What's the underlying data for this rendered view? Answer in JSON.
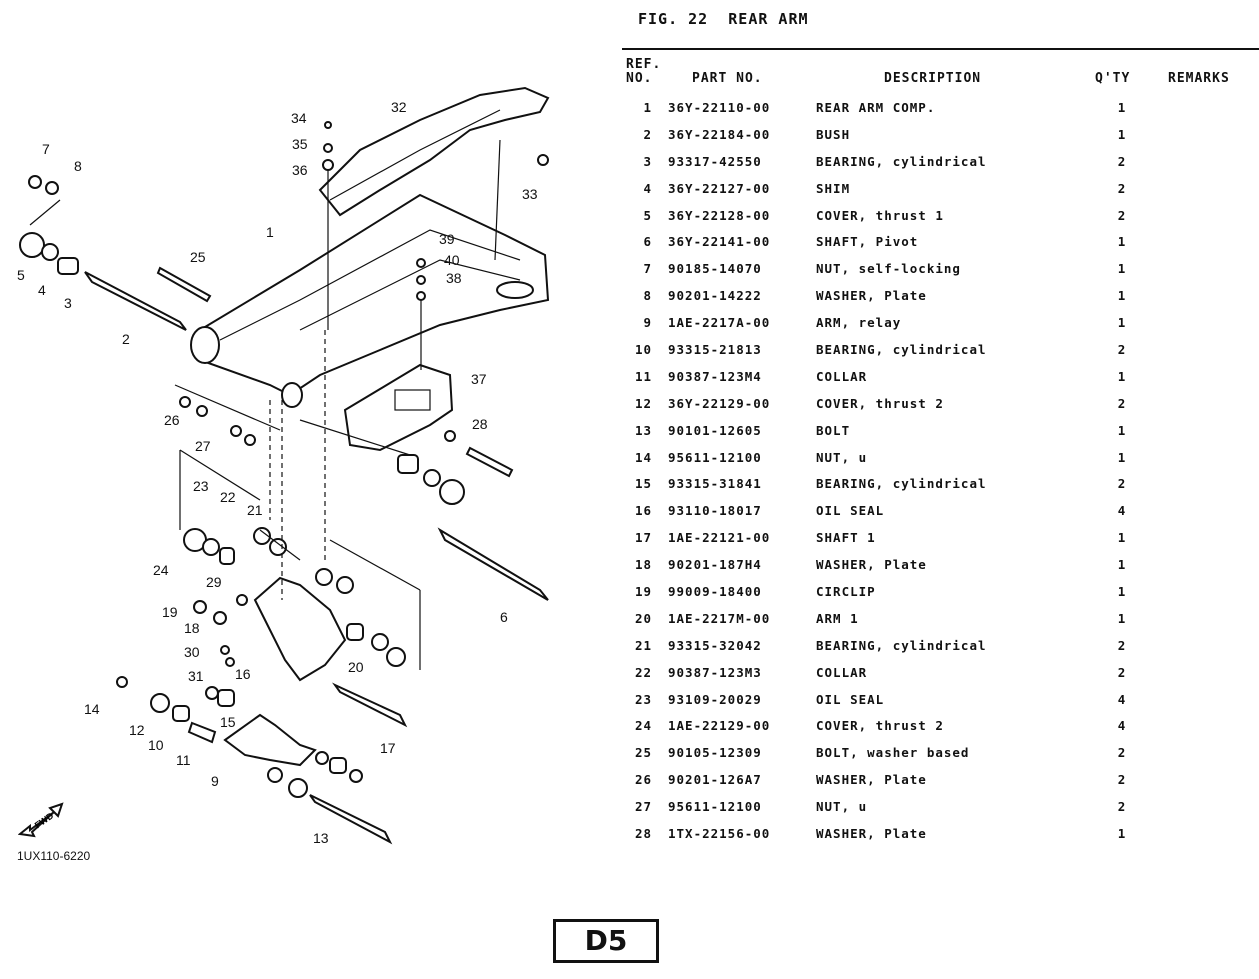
{
  "figure": {
    "number": "FIG. 22",
    "name": "REAR ARM"
  },
  "table": {
    "headers": {
      "ref_no": "REF.\nNO.",
      "part_no": "PART NO.",
      "description": "DESCRIPTION",
      "qty": "Q'TY",
      "remarks": "REMARKS"
    },
    "rows": [
      {
        "ref": "1",
        "part_no": "36Y-22110-00",
        "description": "REAR ARM COMP.",
        "qty": "1"
      },
      {
        "ref": "2",
        "part_no": "36Y-22184-00",
        "description": "BUSH",
        "qty": "1"
      },
      {
        "ref": "3",
        "part_no": "93317-42550",
        "description": "BEARING, cylindrical",
        "qty": "2"
      },
      {
        "ref": "4",
        "part_no": "36Y-22127-00",
        "description": "SHIM",
        "qty": "2"
      },
      {
        "ref": "5",
        "part_no": "36Y-22128-00",
        "description": "COVER, thrust 1",
        "qty": "2"
      },
      {
        "ref": "6",
        "part_no": "36Y-22141-00",
        "description": "SHAFT, Pivot",
        "qty": "1"
      },
      {
        "ref": "7",
        "part_no": "90185-14070",
        "description": "NUT, self-locking",
        "qty": "1"
      },
      {
        "ref": "8",
        "part_no": "90201-14222",
        "description": "WASHER, Plate",
        "qty": "1"
      },
      {
        "ref": "9",
        "part_no": "1AE-2217A-00",
        "description": "ARM, relay",
        "qty": "1"
      },
      {
        "ref": "10",
        "part_no": "93315-21813",
        "description": "BEARING, cylindrical",
        "qty": "2"
      },
      {
        "ref": "11",
        "part_no": "90387-123M4",
        "description": "COLLAR",
        "qty": "1"
      },
      {
        "ref": "12",
        "part_no": "36Y-22129-00",
        "description": "COVER, thrust 2",
        "qty": "2"
      },
      {
        "ref": "13",
        "part_no": "90101-12605",
        "description": "BOLT",
        "qty": "1"
      },
      {
        "ref": "14",
        "part_no": "95611-12100",
        "description": "NUT, u",
        "qty": "1"
      },
      {
        "ref": "15",
        "part_no": "93315-31841",
        "description": "BEARING, cylindrical",
        "qty": "2"
      },
      {
        "ref": "16",
        "part_no": "93110-18017",
        "description": "OIL SEAL",
        "qty": "4"
      },
      {
        "ref": "17",
        "part_no": "1AE-22121-00",
        "description": "SHAFT 1",
        "qty": "1"
      },
      {
        "ref": "18",
        "part_no": "90201-187H4",
        "description": "WASHER, Plate",
        "qty": "1"
      },
      {
        "ref": "19",
        "part_no": "99009-18400",
        "description": "CIRCLIP",
        "qty": "1"
      },
      {
        "ref": "20",
        "part_no": "1AE-2217M-00",
        "description": "ARM 1",
        "qty": "1"
      },
      {
        "ref": "21",
        "part_no": "93315-32042",
        "description": "BEARING, cylindrical",
        "qty": "2"
      },
      {
        "ref": "22",
        "part_no": "90387-123M3",
        "description": "COLLAR",
        "qty": "2"
      },
      {
        "ref": "23",
        "part_no": "93109-20029",
        "description": "OIL SEAL",
        "qty": "4"
      },
      {
        "ref": "24",
        "part_no": "1AE-22129-00",
        "description": "COVER, thrust 2",
        "qty": "4"
      },
      {
        "ref": "25",
        "part_no": "90105-12309",
        "description": "BOLT, washer based",
        "qty": "2"
      },
      {
        "ref": "26",
        "part_no": "90201-126A7",
        "description": "WASHER, Plate",
        "qty": "2"
      },
      {
        "ref": "27",
        "part_no": "95611-12100",
        "description": "NUT, u",
        "qty": "2"
      },
      {
        "ref": "28",
        "part_no": "1TX-22156-00",
        "description": "WASHER, Plate",
        "qty": "1"
      }
    ]
  },
  "diagram": {
    "code": "1UX110-6220",
    "fwd_label": "FWD",
    "callouts": [
      "1",
      "2",
      "3",
      "4",
      "5",
      "6",
      "7",
      "8",
      "9",
      "10",
      "11",
      "12",
      "13",
      "14",
      "15",
      "16",
      "17",
      "18",
      "19",
      "20",
      "21",
      "22",
      "23",
      "24",
      "25",
      "26",
      "27",
      "28",
      "29",
      "30",
      "31",
      "32",
      "33",
      "34",
      "35",
      "36",
      "37",
      "38",
      "39",
      "40"
    ]
  },
  "page_label": "D5"
}
